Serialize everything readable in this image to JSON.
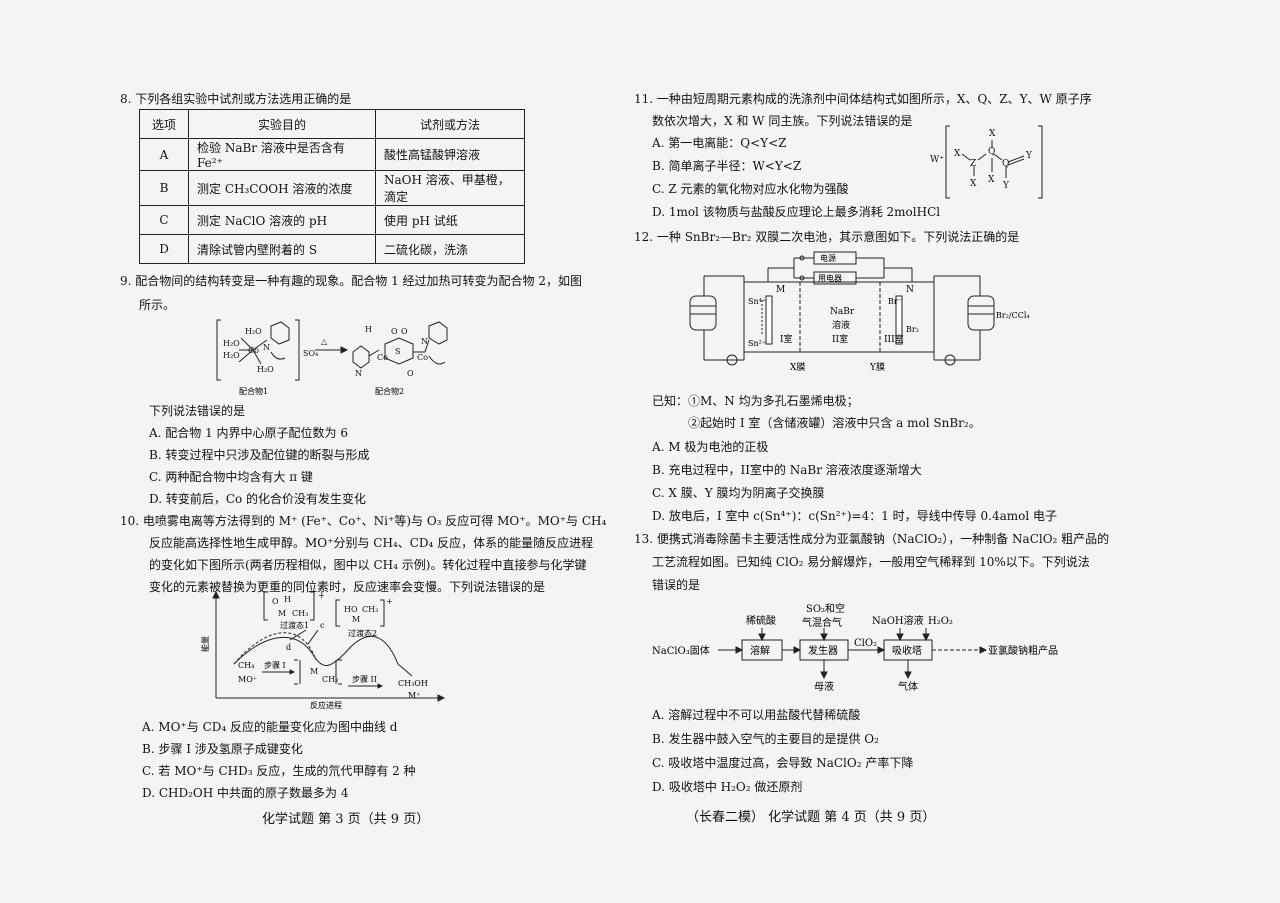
{
  "left": {
    "q8": {
      "stem": "8.  下列各组实验中试剂或方法选用正确的是",
      "headers": [
        "选项",
        "实验目的",
        "试剂或方法"
      ],
      "rows": [
        [
          "A",
          "检验 NaBr 溶液中是否含有 Fe²⁺",
          "酸性高锰酸钾溶液"
        ],
        [
          "B",
          "测定 CH₃COOH 溶液的浓度",
          "NaOH 溶液、甲基橙，滴定"
        ],
        [
          "C",
          "测定 NaClO 溶液的 pH",
          "使用 pH 试纸"
        ],
        [
          "D",
          "清除试管内壁附着的 S",
          "二硫化碳，洗涤"
        ]
      ]
    },
    "q9": {
      "stem1": "9.  配合物间的结构转变是一种有趣的现象。配合物 1 经过加热可转变为配合物 2，如图",
      "stem2": "所示。",
      "label1": "配合物1",
      "label2": "配合物2",
      "prompt": "下列说法错误的是",
      "options": [
        "A. 配合物 1 内界中心原子配位数为 6",
        "B. 转变过程中只涉及配位键的断裂与形成",
        "C. 两种配合物中均含有大 π 键",
        "D. 转变前后，Co 的化合价没有发生变化"
      ]
    },
    "q10": {
      "lines": [
        "10.  电喷雾电离等方法得到的 M⁺ (Fe⁺、Co⁺、Ni⁺等)与 O₃ 反应可得 MO⁺。MO⁺与 CH₄",
        "反应能高选择性地生成甲醇。MO⁺分别与 CH₄、CD₄ 反应，体系的能量随反应进程",
        "的变化如下图所示(两者历程相似，图中以 CH₄ 示例)。转化过程中直接参与化学键",
        "变化的元素被替换为更重的同位素时，反应速率会变慢。下列说法错误的是"
      ],
      "graph": {
        "ylabel": "能量",
        "xlabel": "反应进程",
        "ts1": "过渡态1",
        "ts2": "过渡态2",
        "step1": "步骤 I",
        "step2": "步骤 II",
        "reactants1": "CH₄",
        "reactants2": "MO⁺",
        "products1": "CH₃OH",
        "products2": "M⁺",
        "curve_c": "c",
        "curve_d": "d"
      },
      "options": [
        "A.  MO⁺与 CD₄ 反应的能量变化应为图中曲线 d",
        "B.  步骤 I 涉及氢原子成键变化",
        "C.  若 MO⁺与 CHD₃ 反应，生成的氘代甲醇有 2 种",
        "D.  CHD₂OH 中共面的原子数最多为 4"
      ]
    },
    "footer": "化学试题    第 3 页（共 9 页）"
  },
  "right": {
    "q11": {
      "stem1": "11.  一种由短周期元素构成的洗涤剂中间体结构式如图所示，X、Q、Z、Y、W 原子序",
      "stem2": "数依次增大，X 和 W 同主族。下列说法错误的是",
      "options": [
        "A.  第一电离能：Q<Y<Z",
        "B.  简单离子半径：W<Y<Z",
        "C.  Z 元素的氧化物对应水化物为强酸",
        "D.  1mol 该物质与盐酸反应理论上最多消耗 2molHCl"
      ]
    },
    "q12": {
      "stem": "12.  一种 SnBr₂—Br₂ 双膜二次电池，其示意图如下。下列说法正确的是",
      "diagram": {
        "power": "电源",
        "appliance": "用电器",
        "M": "M",
        "N": "N",
        "electrolyte1": "NaBr",
        "electrolyte2": "溶液",
        "room1": "I室",
        "room2": "II室",
        "room3": "III室",
        "sn4": "Sn⁴⁺",
        "sn2": "Sn²⁺",
        "br_ion": "Br⁻",
        "br2": "Br₂",
        "tank_r": "Br₂/CCl₄",
        "xmem": "X膜",
        "ymem": "Y膜"
      },
      "known1": "已知：①M、N 均为多孔石墨烯电极；",
      "known2": "②起始时 I 室（含储液罐）溶液中只含 a mol SnBr₂。",
      "options": [
        "A.  M 极为电池的正极",
        "B.  充电过程中，II室中的 NaBr 溶液浓度逐渐增大",
        "C.  X 膜、Y 膜均为阴离子交换膜",
        "D.  放电后，I 室中 c(Sn⁴⁺)：c(Sn²⁺)=4：1 时，导线中传导 0.4amol 电子"
      ]
    },
    "q13": {
      "lines": [
        "13.  便携式消毒除菌卡主要活性成分为亚氯酸钠（NaClO₂），一种制备 NaClO₂ 粗产品的",
        "工艺流程如图。已知纯 ClO₂ 易分解爆炸，一般用空气稀释到 10%以下。下列说法",
        "错误的是"
      ],
      "flow": {
        "start": "NaClO₃固体",
        "dissolve": "溶解",
        "acid": "稀硫酸",
        "gas_in1": "SO₂和空",
        "gas_in2": "气混合气",
        "generator": "发生器",
        "clo2": "ClO₂",
        "naoh": "NaOH溶液",
        "h2o2": "H₂O₂",
        "absorber": "吸收塔",
        "product": "亚氯酸钠粗产品",
        "mother": "母液",
        "gas_out": "气体"
      },
      "options": [
        "A.  溶解过程中不可以用盐酸代替稀硫酸",
        "B.  发生器中鼓入空气的主要目的是提供 O₂",
        "C.  吸收塔中温度过高，会导致 NaClO₂ 产率下降",
        "D.  吸收塔中 H₂O₂ 做还原剂"
      ]
    },
    "footer": "（长春二模）      化学试题    第 4 页（共 9 页）"
  }
}
